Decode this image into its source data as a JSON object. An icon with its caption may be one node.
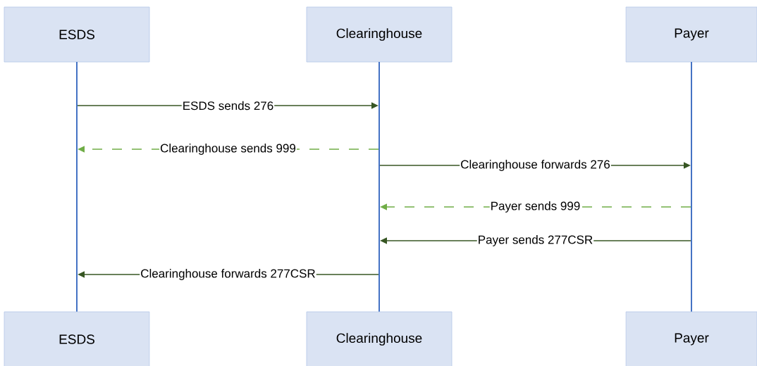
{
  "diagram": {
    "nodes": [
      {
        "text": [
          "ESDS"
        ]
      },
      {
        "text": [
          "Clearinghouse"
        ]
      },
      {
        "text": [
          "Payer"
        ]
      },
      {
        "text": [],
        "shape": "line"
      },
      {
        "text": [],
        "shape": "line"
      },
      {
        "text": [],
        "shape": "line"
      },
      {
        "text": [
          "ESDS"
        ]
      },
      {
        "text": [
          "Clearinghouse"
        ]
      },
      {
        "text": [
          "Payer"
        ]
      }
    ],
    "edges": [
      {
        "from": 3,
        "to": 4,
        "arrow": "to",
        "label": "ESDS sends 276",
        "color": "#375623"
      },
      {
        "from": 4,
        "to": 3,
        "arrow": "to",
        "label": "Clearinghouse sends 999",
        "style": "dashed",
        "color": "#70ad47"
      },
      {
        "from": 4,
        "to": 5,
        "arrow": "to",
        "label": "Clearinghouse forwards 276",
        "color": "#375623"
      },
      {
        "from": 5,
        "to": 4,
        "arrow": "to",
        "label": "Payer sends 999",
        "style": "dashed",
        "color": "#70ad47"
      },
      {
        "from": 5,
        "to": 4,
        "arrow": "to",
        "label": "Payer sends 277CSR",
        "color": "#375623"
      },
      {
        "from": 4,
        "to": 3,
        "arrow": "to",
        "label": "Clearinghouse forwards 277CSR",
        "color": "#375623"
      }
    ]
  }
}
